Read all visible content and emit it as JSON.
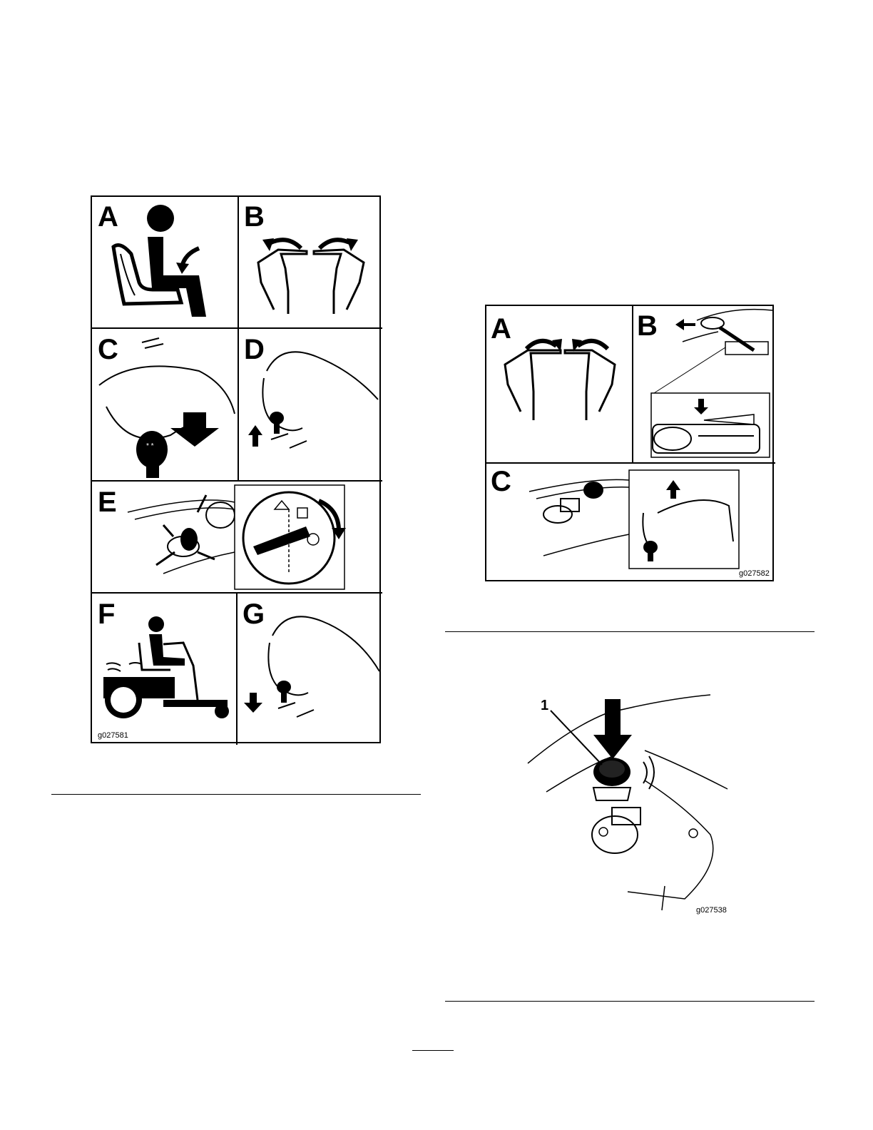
{
  "figure_left": {
    "panels": [
      {
        "id": "A",
        "label": "A"
      },
      {
        "id": "B",
        "label": "B"
      },
      {
        "id": "C",
        "label": "C"
      },
      {
        "id": "D",
        "label": "D"
      },
      {
        "id": "E",
        "label": "E"
      },
      {
        "id": "F",
        "label": "F"
      },
      {
        "id": "G",
        "label": "G"
      }
    ],
    "code": "g027581"
  },
  "figure_right_top": {
    "panels": [
      {
        "id": "A",
        "label": "A"
      },
      {
        "id": "B",
        "label": "B"
      },
      {
        "id": "C",
        "label": "C"
      }
    ],
    "code": "g027582"
  },
  "figure_right_bottom": {
    "callout": "1",
    "code": "g027538"
  }
}
